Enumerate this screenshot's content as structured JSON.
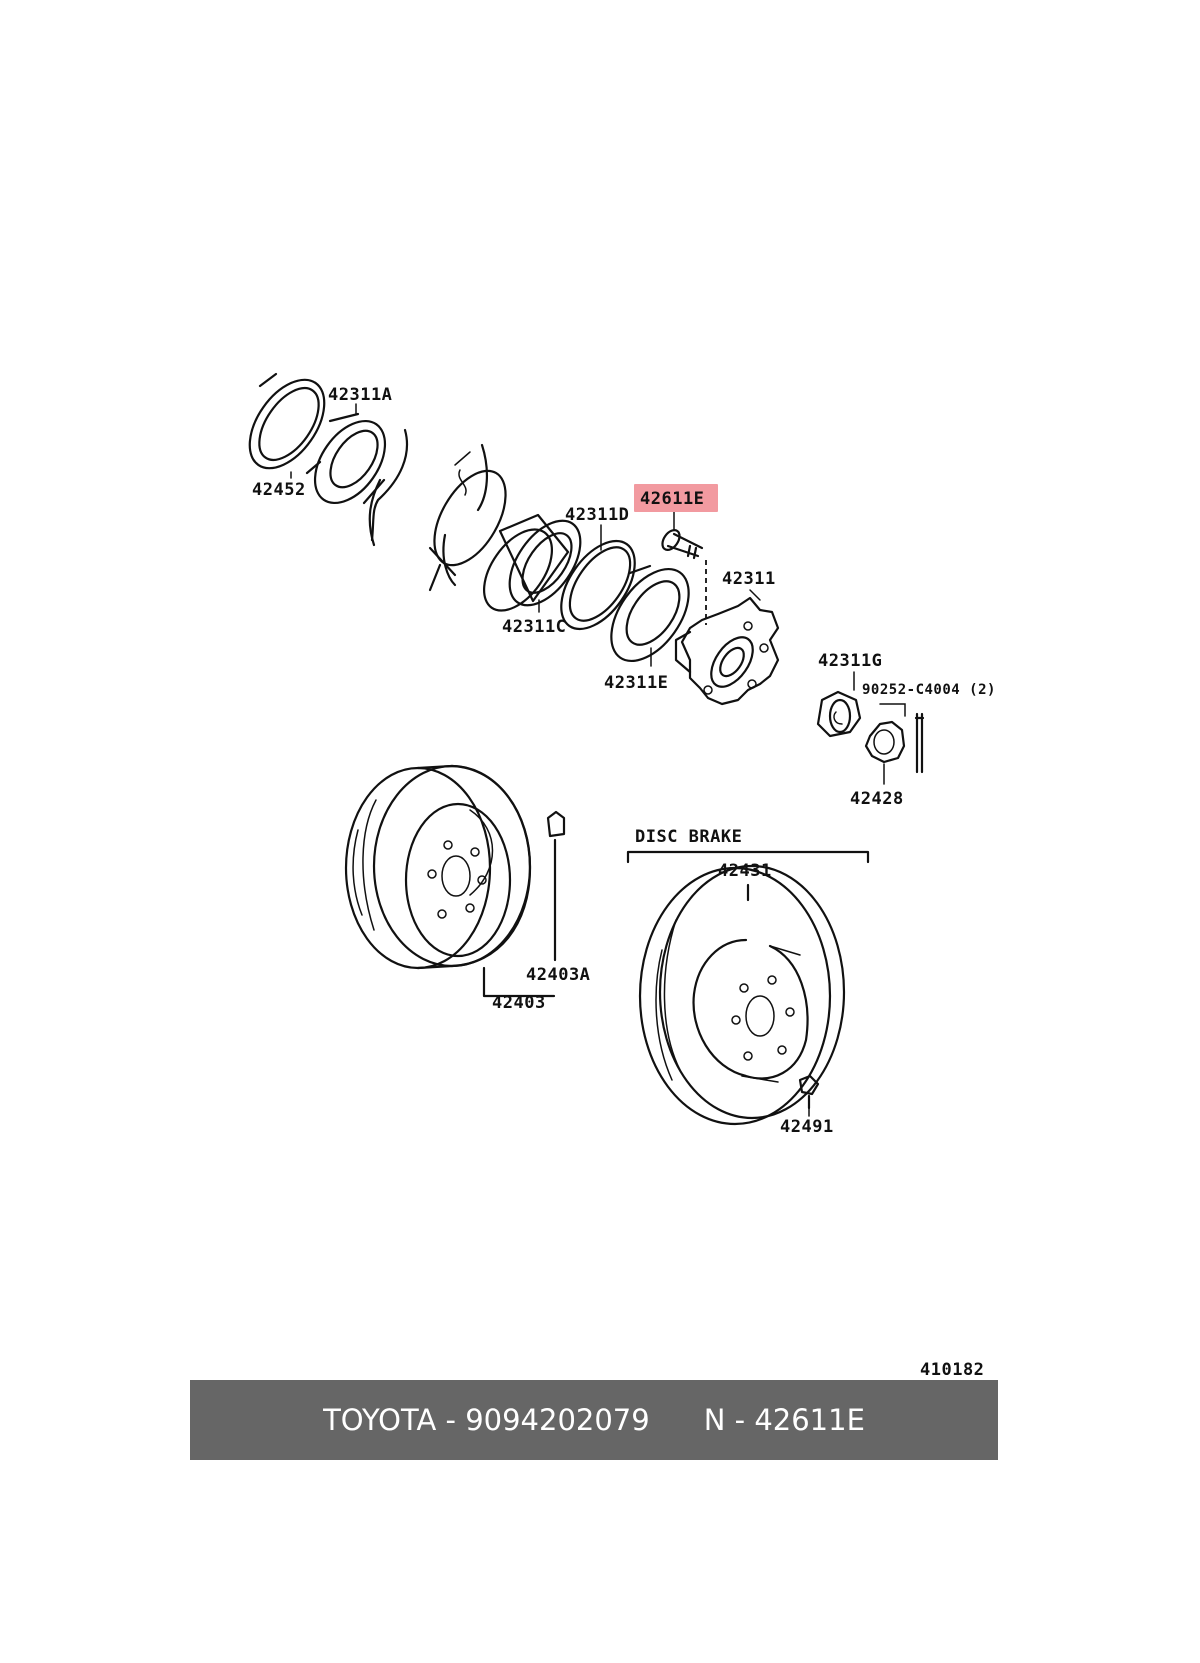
{
  "diagram": {
    "highlight_color": "#f29aa0",
    "ref_number": "410182",
    "section_label": "DISC BRAKE",
    "labels": {
      "p42452": "42452",
      "p42311A": "42311A",
      "p42611E": "42611E",
      "p42311D": "42311D",
      "p42311": "42311",
      "p42311C": "42311C",
      "p42311E": "42311E",
      "p42311G": "42311G",
      "p90252": "90252-C4004 (2)",
      "p42428": "42428",
      "p42431": "42431",
      "p42403A": "42403A",
      "p42403": "42403",
      "p42491": "42491"
    }
  },
  "footer": {
    "brand_part": "TOYOTA - 9094202079",
    "ref_part": "N - 42611E",
    "background": "#666666"
  }
}
